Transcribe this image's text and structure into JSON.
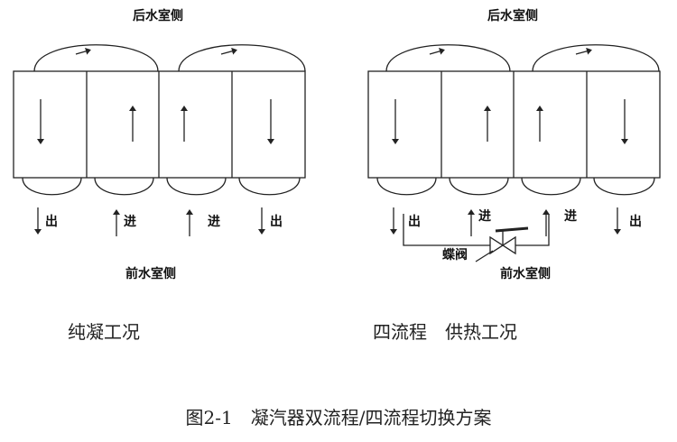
{
  "left_diagram": {
    "top_label": "后水室侧",
    "bottom_label": "前水室侧",
    "port_labels": [
      "出",
      "进",
      "进",
      "出"
    ],
    "subtitle": "纯凝工况"
  },
  "right_diagram": {
    "top_label": "后水室侧",
    "bottom_label": "前水室侧",
    "port_labels": [
      "出",
      "进",
      "进",
      "出"
    ],
    "valve_label": "蝶阀",
    "subtitle": "四流程　供热工况"
  },
  "caption": "图2-1　凝汽器双流程/四流程切换方案",
  "colors": {
    "line": "#222222",
    "text": "#111111"
  }
}
